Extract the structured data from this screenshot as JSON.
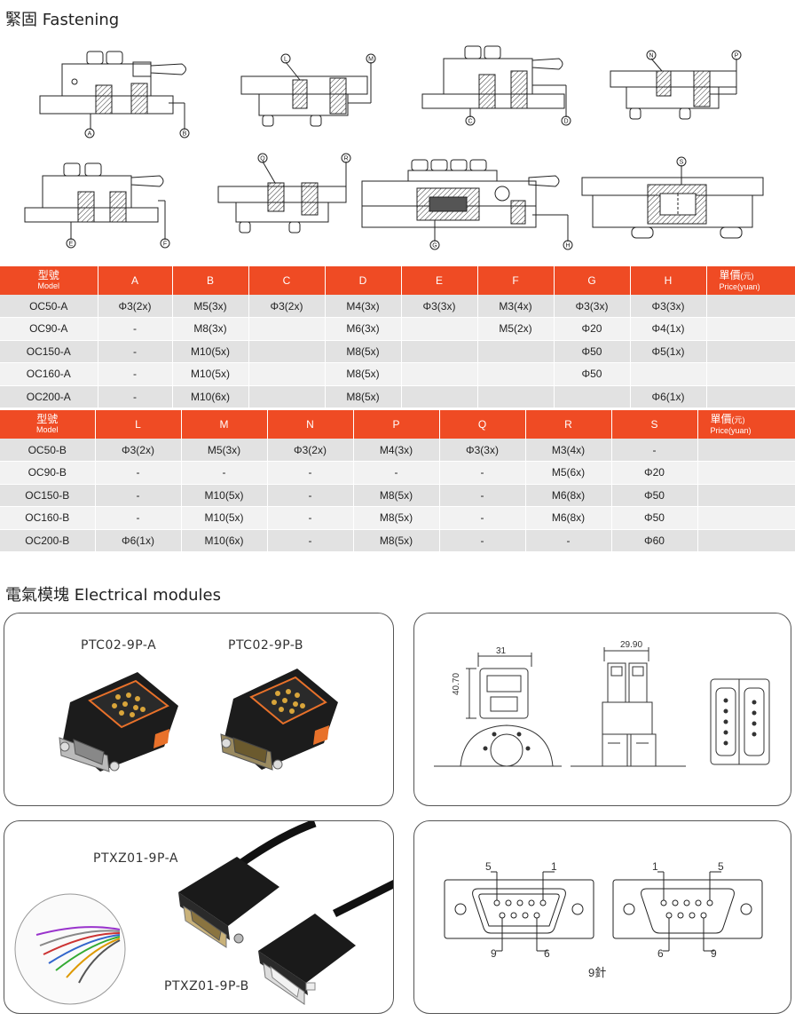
{
  "fastening": {
    "title": "緊固 Fastening",
    "callouts": [
      "A",
      "B",
      "L",
      "M",
      "C",
      "D",
      "N",
      "P",
      "E",
      "F",
      "Q",
      "R",
      "G",
      "H",
      "S"
    ]
  },
  "table_a": {
    "model_header": "型號",
    "model_sub": "Model",
    "columns": [
      "A",
      "B",
      "C",
      "D",
      "E",
      "F",
      "G",
      "H"
    ],
    "price_header": "單價",
    "price_unit": "(元)",
    "price_sub": "Price(yuan)",
    "rows": [
      {
        "model": "OC50-A",
        "cells": [
          "Φ3(2x)",
          "M5(3x)",
          "Φ3(2x)",
          "M4(3x)",
          "Φ3(3x)",
          "M3(4x)",
          "Φ3(3x)",
          "Φ3(3x)"
        ]
      },
      {
        "model": "OC90-A",
        "cells": [
          "-",
          "M8(3x)",
          "",
          "M6(3x)",
          "",
          "M5(2x)",
          "Φ20",
          "Φ4(1x)"
        ]
      },
      {
        "model": "OC150-A",
        "cells": [
          "-",
          "M10(5x)",
          "",
          "M8(5x)",
          "",
          "",
          "Φ50",
          "Φ5(1x)"
        ]
      },
      {
        "model": "OC160-A",
        "cells": [
          "-",
          "M10(5x)",
          "",
          "M8(5x)",
          "",
          "",
          "Φ50",
          ""
        ]
      },
      {
        "model": "OC200-A",
        "cells": [
          "-",
          "M10(6x)",
          "",
          "M8(5x)",
          "",
          "",
          "",
          "Φ6(1x)"
        ]
      }
    ]
  },
  "table_b": {
    "model_header": "型號",
    "model_sub": "Model",
    "columns": [
      "L",
      "M",
      "N",
      "P",
      "Q",
      "R",
      "S"
    ],
    "price_header": "單價",
    "price_unit": "(元)",
    "price_sub": "Price(yuan)",
    "rows": [
      {
        "model": "OC50-B",
        "cells": [
          "Φ3(2x)",
          "M5(3x)",
          "Φ3(2x)",
          "M4(3x)",
          "Φ3(3x)",
          "M3(4x)",
          "-"
        ]
      },
      {
        "model": "OC90-B",
        "cells": [
          "-",
          "-",
          "-",
          "-",
          "-",
          "M5(6x)",
          "Φ20"
        ]
      },
      {
        "model": "OC150-B",
        "cells": [
          "-",
          "M10(5x)",
          "-",
          "M8(5x)",
          "-",
          "M6(8x)",
          "Φ50"
        ]
      },
      {
        "model": "OC160-B",
        "cells": [
          "-",
          "M10(5x)",
          "-",
          "M8(5x)",
          "-",
          "M6(8x)",
          "Φ50"
        ]
      },
      {
        "model": "OC200-B",
        "cells": [
          "Φ6(1x)",
          "M10(6x)",
          "-",
          "M8(5x)",
          "-",
          "-",
          "Φ60"
        ]
      }
    ]
  },
  "electrical": {
    "title": "電氣模塊 Electrical modules",
    "ptc_a": "PTC02-9P-A",
    "ptc_b": "PTC02-9P-B",
    "dim_width_1": "31",
    "dim_height": "40.70",
    "dim_width_2": "29.90",
    "ptxz_a": "PTXZ01-9P-A",
    "ptxz_b": "PTXZ01-9P-B",
    "pin_left_top_left": "5",
    "pin_left_top_right": "1",
    "pin_left_bottom_left": "9",
    "pin_left_bottom_right": "6",
    "pin_right_top_left": "1",
    "pin_right_top_right": "5",
    "pin_right_bottom_left": "6",
    "pin_right_bottom_right": "9",
    "pin_caption": "9針"
  },
  "colors": {
    "header_accent": "#ef4b24",
    "row_dark": "#e2e2e2",
    "row_light": "#f2f2f2",
    "connector_orange": "#e8712a",
    "pin_gold": "#d9a53a"
  }
}
